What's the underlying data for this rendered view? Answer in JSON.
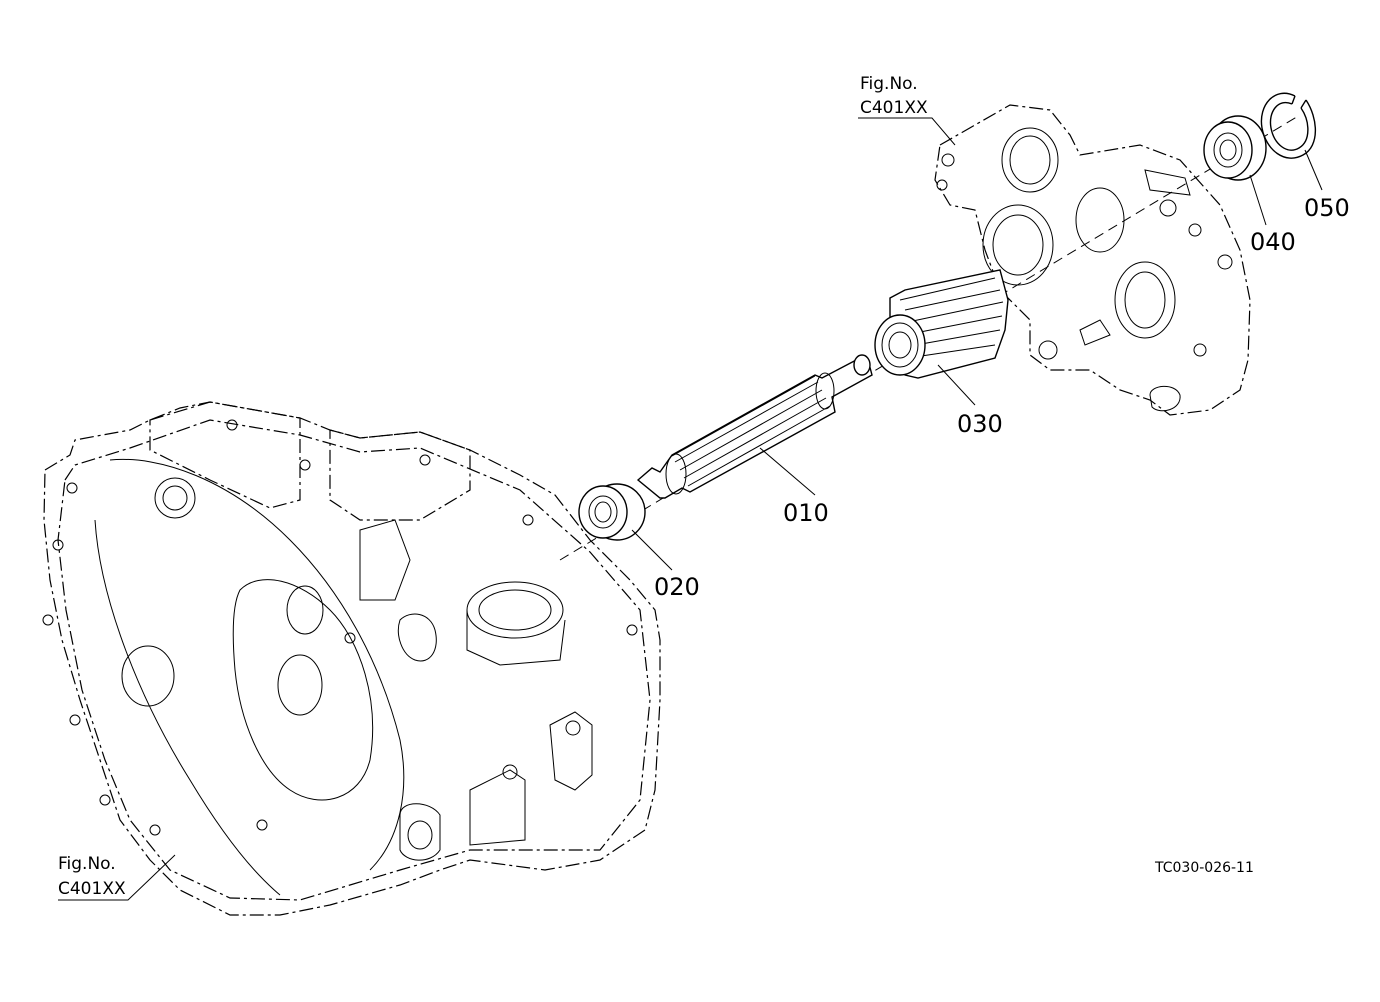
{
  "figure_refs": [
    {
      "prefix": "Fig.No.",
      "code": "C401XX"
    },
    {
      "prefix": "Fig.No.",
      "code": "C401XX"
    }
  ],
  "parts": [
    {
      "number": "010"
    },
    {
      "number": "020"
    },
    {
      "number": "030"
    },
    {
      "number": "040"
    },
    {
      "number": "050"
    }
  ],
  "drawing_code": "TC030-026-11",
  "colors": {
    "line": "#000000",
    "background": "#ffffff"
  }
}
